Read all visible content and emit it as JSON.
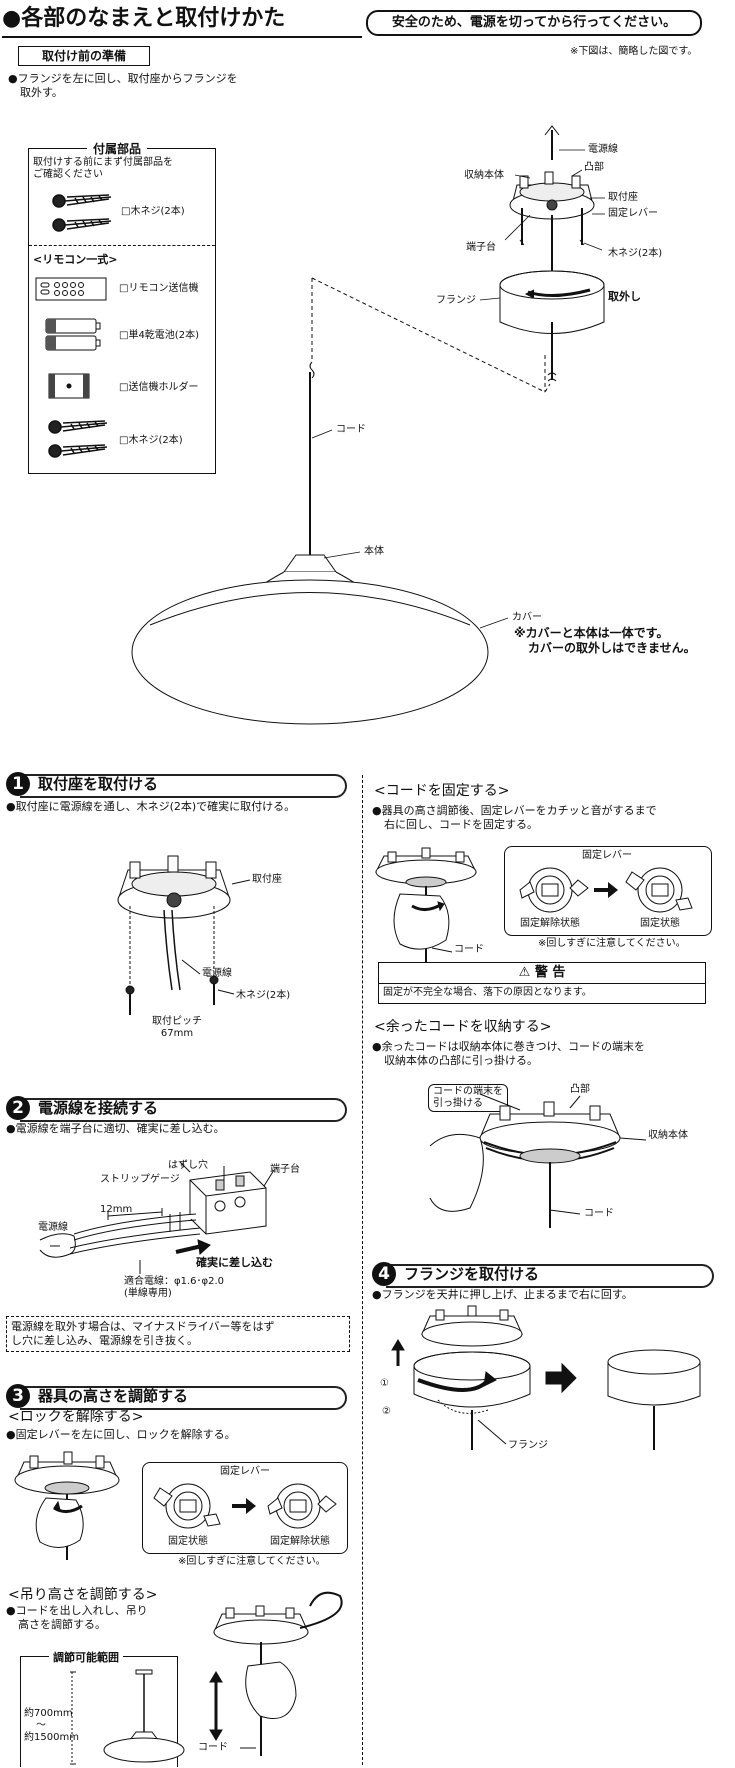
{
  "header": {
    "title": "●各部のなまえと取付けかた",
    "safety_note": "安全のため、電源を切ってから行ってください。",
    "figure_note": "※下図は、簡略した図です。"
  },
  "prep": {
    "heading": "取付け前の準備",
    "text_line1": "●フランジを左に回し、取付座からフランジを",
    "text_line2": "取外す。"
  },
  "parts_box": {
    "title": "付属部品",
    "note_line1": "取付けする前にまず付属部品を",
    "note_line2": "ご確認ください",
    "screws": "□木ネジ(2本)",
    "remote_heading": "<リモコン一式>",
    "items": [
      "□リモコン送信機",
      "□単4乾電池(2本)",
      "□送信機ホルダー",
      "□木ネジ(2本)"
    ]
  },
  "main_labels": {
    "power_line": "電源線",
    "storage_body": "収納本体",
    "convex": "凸部",
    "mount_base": "取付座",
    "fixing_lever": "固定レバー",
    "terminal": "端子台",
    "wood_screws": "木ネジ(2本)",
    "flange": "フランジ",
    "remove": "取外し",
    "cord": "コード",
    "body": "本体",
    "cover": "カバー",
    "cover_note1": "※カバーと本体は一体です。",
    "cover_note2": "カバーの取外しはできません。"
  },
  "step1": {
    "number": "1",
    "title": "取付座を取付ける",
    "text": "●取付座に電源線を通し、木ネジ(2本)で確実に取付ける。",
    "label_mount": "取付座",
    "label_power": "電源線",
    "label_screws": "木ネジ(2本)",
    "pitch_label": "取付ピッチ",
    "pitch_value": "67mm"
  },
  "step2": {
    "number": "2",
    "title": "電源線を接続する",
    "text": "●電源線を端子台に適切、確実に差し込む。",
    "label_release_hole": "はずし穴",
    "label_strip_gauge": "ストリップゲージ",
    "label_terminal": "端子台",
    "label_12mm": "12mm",
    "label_power": "電源線",
    "label_insert": "確実に差し込む",
    "wire_spec": "適合電線：φ1.6･φ2.0",
    "wire_note": "(単線専用)",
    "remove_note_line1": "電源線を取外す場合は、マイナスドライバー等をはず",
    "remove_note_line2": "し穴に差し込み、電源線を引き抜く。"
  },
  "step3": {
    "number": "3",
    "title": "器具の高さを調節する",
    "unlock_heading": "<ロックを解除する>",
    "unlock_text": "●固定レバーを左に回し、ロックを解除する。",
    "lever_label": "固定レバー",
    "state_fixed": "固定状態",
    "state_released": "固定解除状態",
    "caution": "※回しすぎに注意してください。",
    "height_heading": "<吊り高さを調節する>",
    "height_text1": "●コードを出し入れし、吊り",
    "height_text2": "高さを調節する。",
    "range_title": "調節可能範囲",
    "range_min": "約700mm",
    "range_tilde": "〜",
    "range_max": "約1500mm",
    "cord_label": "コード"
  },
  "cord_fix": {
    "heading": "<コードを固定する>",
    "text1": "●器具の高さ調節後、固定レバーをカチッと音がするまで",
    "text2": "右に回し、コードを固定する。",
    "lever_label": "固定レバー",
    "state_released": "固定解除状態",
    "state_fixed": "固定状態",
    "cord_label": "コード",
    "caution": "※回しすぎに注意してください。"
  },
  "warning": {
    "title": "⚠ 警 告",
    "text": "固定が不完全な場合、落下の原因となります。"
  },
  "cord_store": {
    "heading": "<余ったコードを収納する>",
    "text1": "●余ったコードは収納本体に巻きつけ、コードの端末を",
    "text2": "収納本体の凸部に引っ掛ける。",
    "callout1": "コードの端末を",
    "callout2": "引っ掛ける",
    "convex": "凸部",
    "storage_body": "収納本体",
    "cord_label": "コード"
  },
  "step4": {
    "number": "4",
    "title": "フランジを取付ける",
    "text": "●フランジを天井に押し上げ、止まるまで右に回す。",
    "mark1": "①",
    "mark2": "②",
    "flange_label": "フランジ"
  }
}
